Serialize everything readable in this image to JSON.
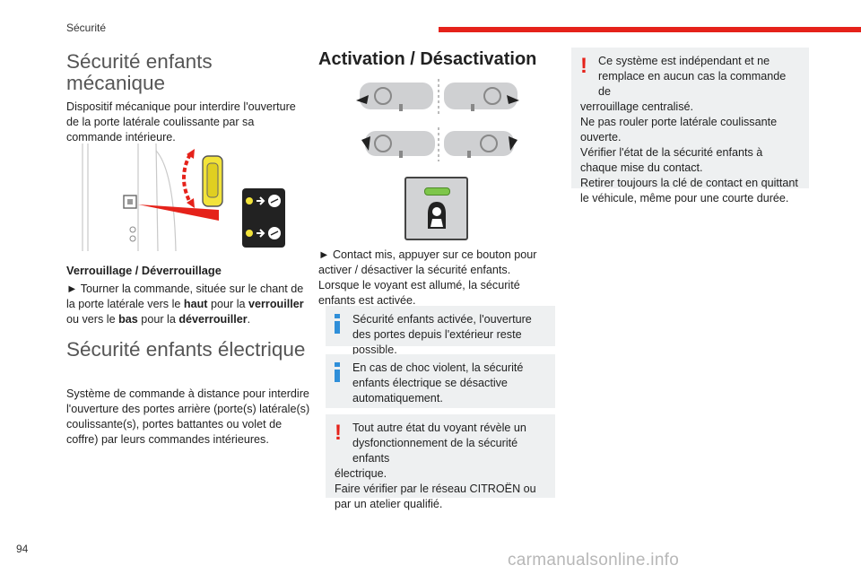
{
  "header": {
    "section": "Sécurité",
    "page_number": "94",
    "accent_color": "#e5221a"
  },
  "col1": {
    "title_mech": "Sécurité enfants mécanique",
    "mech_desc": "Dispositif mécanique pour interdire l'ouverture de la porte latérale coulissante par sa commande intérieure.",
    "lock_heading": "Verrouillage / Déverrouillage",
    "lock_text": {
      "bullet": "► ",
      "p1": "Tourner la commande, située sur le chant de la porte latérale vers le ",
      "b1": "haut",
      "p2": " pour la ",
      "b2": "verrouiller",
      "p3": " ou vers le ",
      "b3": "bas",
      "p4": " pour la ",
      "b4": "déverrouiller",
      "p5": "."
    },
    "title_elec": "Sécurité enfants électrique",
    "elec_desc": "Système de commande à distance pour interdire l'ouverture des portes arrière (porte(s) latérale(s) coulissante(s), portes battantes ou volet de coffre) par leurs commandes intérieures."
  },
  "col2": {
    "heading": "Activation / Désactivation",
    "instruction": "► Contact mis, appuyer sur ce bouton pour activer / désactiver la sécurité enfants.",
    "instruction2": "Lorsque le voyant est allumé, la sécurité enfants est activée.",
    "info1": "Sécurité enfants activée, l'ouverture des portes depuis l'extérieur reste possible.",
    "info2": "En cas de choc violent, la sécurité enfants électrique se désactive automatiquement.",
    "warn1_lines": [
      "Tout autre état du voyant révèle un",
      "dysfonctionnement de la sécurité enfants",
      "électrique."
    ],
    "warn1_extra": "Faire vérifier par le réseau CITROËN ou par un atelier qualifié.",
    "led_color": "#7ec64a"
  },
  "col3": {
    "warn_lines": [
      "Ce système est indépendant et ne",
      "remplace en aucun cas la commande de",
      "verrouillage centralisé."
    ],
    "warn_rest": [
      "Ne pas rouler porte latérale coulissante ouverte.",
      "Vérifier l'état de la sécurité enfants à chaque mise du contact.",
      "Retirer toujours la clé de contact en quittant le véhicule, même pour une courte durée."
    ]
  },
  "icons": [
    "info-icon",
    "warning-icon",
    "child-lock-icon",
    "car-top-view-icon"
  ],
  "watermark": "carmanualsonline.info"
}
